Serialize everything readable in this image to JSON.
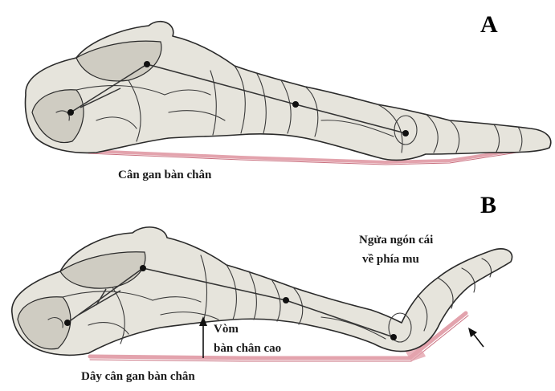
{
  "panel_a": {
    "letter": "A",
    "label_fascia": "Cân gan bàn chân"
  },
  "panel_b": {
    "letter": "B",
    "label_toe_line1": "Ngửa ngón cái",
    "label_toe_line2": "về phía mu",
    "label_arch_line1": "Vòm",
    "label_arch_line2": "bàn chân cao",
    "label_fascia_taut": "Dây cân gan bàn chân"
  },
  "colors": {
    "fascia": "#e3a3ad",
    "fascia_dark": "#c9707f",
    "bone_fill": "#e6e4dc",
    "bone_outline": "#2a2a2a"
  }
}
